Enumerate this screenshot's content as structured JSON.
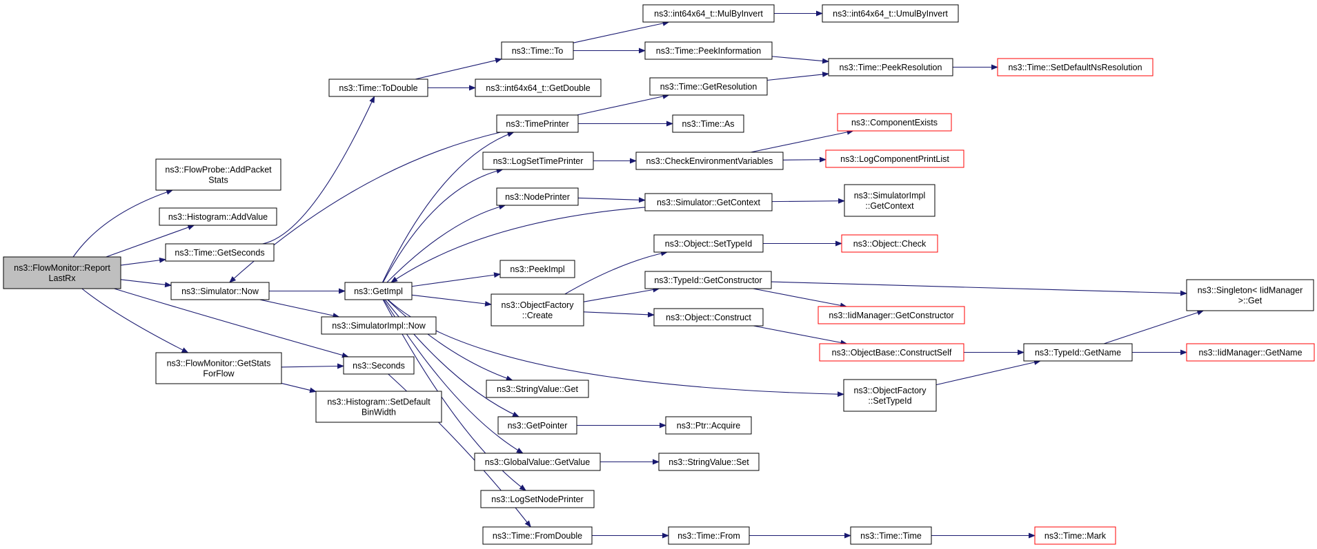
{
  "colors": {
    "edge": "#191970",
    "box_border_normal": "#000000",
    "box_border_truncated": "#ff0000",
    "root_fill": "#bfbfbf",
    "box_fill": "#ffffff"
  },
  "nodes": [
    {
      "id": "flowmonitor-reportlastrx",
      "lines": [
        "ns3::FlowMonitor::Report",
        "LastRx"
      ],
      "style": "root"
    },
    {
      "id": "flowprobe-addpacketstats",
      "lines": [
        "ns3::FlowProbe::AddPacket",
        "Stats"
      ],
      "style": "normal"
    },
    {
      "id": "histogram-addvalue",
      "lines": [
        "ns3::Histogram::AddValue"
      ],
      "style": "normal"
    },
    {
      "id": "time-getseconds",
      "lines": [
        "ns3::Time::GetSeconds"
      ],
      "style": "normal"
    },
    {
      "id": "simulator-now",
      "lines": [
        "ns3::Simulator::Now"
      ],
      "style": "normal"
    },
    {
      "id": "flowmonitor-getstatsforflow",
      "lines": [
        "ns3::FlowMonitor::GetStats",
        "ForFlow"
      ],
      "style": "normal"
    },
    {
      "id": "time-todouble",
      "lines": [
        "ns3::Time::ToDouble"
      ],
      "style": "normal"
    },
    {
      "id": "getimpl",
      "lines": [
        "ns3::GetImpl"
      ],
      "style": "normal"
    },
    {
      "id": "simulatorimpl-now",
      "lines": [
        "ns3::SimulatorImpl::Now"
      ],
      "style": "normal"
    },
    {
      "id": "seconds",
      "lines": [
        "ns3::Seconds"
      ],
      "style": "normal"
    },
    {
      "id": "histogram-setdefaultbinwidth",
      "lines": [
        "ns3::Histogram::SetDefault",
        "BinWidth"
      ],
      "style": "normal"
    },
    {
      "id": "time-to",
      "lines": [
        "ns3::Time::To"
      ],
      "style": "normal"
    },
    {
      "id": "int64x64-getdouble",
      "lines": [
        "ns3::int64x64_t::GetDouble"
      ],
      "style": "normal"
    },
    {
      "id": "timeprinter",
      "lines": [
        "ns3::TimePrinter"
      ],
      "style": "normal"
    },
    {
      "id": "logsettimeprinter",
      "lines": [
        "ns3::LogSetTimePrinter"
      ],
      "style": "normal"
    },
    {
      "id": "nodeprinter",
      "lines": [
        "ns3::NodePrinter"
      ],
      "style": "normal"
    },
    {
      "id": "peekimpl",
      "lines": [
        "ns3::PeekImpl"
      ],
      "style": "normal"
    },
    {
      "id": "objectfactory-create",
      "lines": [
        "ns3::ObjectFactory",
        "::Create"
      ],
      "style": "normal"
    },
    {
      "id": "stringvalue-get",
      "lines": [
        "ns3::StringValue::Get"
      ],
      "style": "normal"
    },
    {
      "id": "getpointer",
      "lines": [
        "ns3::GetPointer"
      ],
      "style": "normal"
    },
    {
      "id": "globalvalue-getvalue",
      "lines": [
        "ns3::GlobalValue::GetValue"
      ],
      "style": "normal"
    },
    {
      "id": "logsetnodeprinter",
      "lines": [
        "ns3::LogSetNodePrinter"
      ],
      "style": "normal"
    },
    {
      "id": "time-fromdouble",
      "lines": [
        "ns3::Time::FromDouble"
      ],
      "style": "normal"
    },
    {
      "id": "int64x64-mulbyinvert",
      "lines": [
        "ns3::int64x64_t::MulByInvert"
      ],
      "style": "normal"
    },
    {
      "id": "time-peekinformation",
      "lines": [
        "ns3::Time::PeekInformation"
      ],
      "style": "normal"
    },
    {
      "id": "time-getresolution",
      "lines": [
        "ns3::Time::GetResolution"
      ],
      "style": "normal"
    },
    {
      "id": "time-as",
      "lines": [
        "ns3::Time::As"
      ],
      "style": "normal"
    },
    {
      "id": "checkenvironmentvariables",
      "lines": [
        "ns3::CheckEnvironmentVariables"
      ],
      "style": "normal"
    },
    {
      "id": "simulator-getcontext",
      "lines": [
        "ns3::Simulator::GetContext"
      ],
      "style": "normal"
    },
    {
      "id": "object-settypeid",
      "lines": [
        "ns3::Object::SetTypeId"
      ],
      "style": "normal"
    },
    {
      "id": "typeid-getconstructor",
      "lines": [
        "ns3::TypeId::GetConstructor"
      ],
      "style": "normal"
    },
    {
      "id": "object-construct",
      "lines": [
        "ns3::Object::Construct"
      ],
      "style": "normal"
    },
    {
      "id": "objectfactory-settypeid",
      "lines": [
        "ns3::ObjectFactory",
        "::SetTypeId"
      ],
      "style": "normal"
    },
    {
      "id": "ptr-acquire",
      "lines": [
        "ns3::Ptr::Acquire"
      ],
      "style": "normal"
    },
    {
      "id": "stringvalue-set",
      "lines": [
        "ns3::StringValue::Set"
      ],
      "style": "normal"
    },
    {
      "id": "time-from",
      "lines": [
        "ns3::Time::From"
      ],
      "style": "normal"
    },
    {
      "id": "int64x64-umulbyinvert",
      "lines": [
        "ns3::int64x64_t::UmulByInvert"
      ],
      "style": "normal"
    },
    {
      "id": "time-peekresolution",
      "lines": [
        "ns3::Time::PeekResolution"
      ],
      "style": "normal"
    },
    {
      "id": "componentexists",
      "lines": [
        "ns3::ComponentExists"
      ],
      "style": "truncated"
    },
    {
      "id": "logcomponentprintlist",
      "lines": [
        "ns3::LogComponentPrintList"
      ],
      "style": "truncated"
    },
    {
      "id": "simulatorimpl-getcontext",
      "lines": [
        "ns3::SimulatorImpl",
        "::GetContext"
      ],
      "style": "normal"
    },
    {
      "id": "object-check",
      "lines": [
        "ns3::Object::Check"
      ],
      "style": "truncated"
    },
    {
      "id": "iidmanager-getconstructor",
      "lines": [
        "ns3::IidManager::GetConstructor"
      ],
      "style": "truncated"
    },
    {
      "id": "objectbase-constructself",
      "lines": [
        "ns3::ObjectBase::ConstructSelf"
      ],
      "style": "truncated"
    },
    {
      "id": "typeid-getname",
      "lines": [
        "ns3::TypeId::GetName"
      ],
      "style": "normal"
    },
    {
      "id": "time-time",
      "lines": [
        "ns3::Time::Time"
      ],
      "style": "normal"
    },
    {
      "id": "time-setdefaultnsresolution",
      "lines": [
        "ns3::Time::SetDefaultNsResolution"
      ],
      "style": "truncated"
    },
    {
      "id": "singleton-iidmanager-get",
      "lines": [
        "ns3::Singleton< IidManager",
        ">::Get"
      ],
      "style": "normal"
    },
    {
      "id": "iidmanager-getname",
      "lines": [
        "ns3::IidManager::GetName"
      ],
      "style": "truncated"
    },
    {
      "id": "time-mark",
      "lines": [
        "ns3::Time::Mark"
      ],
      "style": "truncated"
    }
  ],
  "edges": [
    [
      "flowmonitor-reportlastrx",
      "flowprobe-addpacketstats"
    ],
    [
      "flowmonitor-reportlastrx",
      "histogram-addvalue"
    ],
    [
      "flowmonitor-reportlastrx",
      "time-getseconds"
    ],
    [
      "flowmonitor-reportlastrx",
      "simulator-now"
    ],
    [
      "flowmonitor-reportlastrx",
      "flowmonitor-getstatsforflow"
    ],
    [
      "flowmonitor-reportlastrx",
      "seconds"
    ],
    [
      "time-getseconds",
      "time-todouble"
    ],
    [
      "time-todouble",
      "time-to"
    ],
    [
      "time-todouble",
      "int64x64-getdouble"
    ],
    [
      "time-to",
      "int64x64-mulbyinvert"
    ],
    [
      "time-to",
      "time-peekinformation"
    ],
    [
      "int64x64-mulbyinvert",
      "int64x64-umulbyinvert"
    ],
    [
      "time-peekinformation",
      "time-peekresolution"
    ],
    [
      "time-getresolution",
      "time-peekresolution"
    ],
    [
      "time-peekresolution",
      "time-setdefaultnsresolution"
    ],
    [
      "simulator-now",
      "getimpl"
    ],
    [
      "simulator-now",
      "simulatorimpl-now"
    ],
    [
      "getimpl",
      "timeprinter"
    ],
    [
      "getimpl",
      "logsettimeprinter"
    ],
    [
      "getimpl",
      "nodeprinter"
    ],
    [
      "getimpl",
      "peekimpl"
    ],
    [
      "getimpl",
      "objectfactory-create"
    ],
    [
      "getimpl",
      "stringvalue-get"
    ],
    [
      "getimpl",
      "getpointer"
    ],
    [
      "getimpl",
      "globalvalue-getvalue"
    ],
    [
      "getimpl",
      "logsetnodeprinter"
    ],
    [
      "getimpl",
      "objectfactory-settypeid"
    ],
    [
      "timeprinter",
      "simulator-now"
    ],
    [
      "timeprinter",
      "time-getresolution"
    ],
    [
      "timeprinter",
      "time-as"
    ],
    [
      "logsettimeprinter",
      "checkenvironmentvariables"
    ],
    [
      "checkenvironmentvariables",
      "componentexists"
    ],
    [
      "checkenvironmentvariables",
      "logcomponentprintlist"
    ],
    [
      "nodeprinter",
      "simulator-getcontext"
    ],
    [
      "simulator-getcontext",
      "getimpl"
    ],
    [
      "simulator-getcontext",
      "simulatorimpl-getcontext"
    ],
    [
      "objectfactory-create",
      "object-settypeid"
    ],
    [
      "objectfactory-create",
      "typeid-getconstructor"
    ],
    [
      "objectfactory-create",
      "object-construct"
    ],
    [
      "object-settypeid",
      "object-check"
    ],
    [
      "typeid-getconstructor",
      "iidmanager-getconstructor"
    ],
    [
      "typeid-getconstructor",
      "singleton-iidmanager-get"
    ],
    [
      "object-construct",
      "objectbase-constructself"
    ],
    [
      "objectbase-constructself",
      "typeid-getname"
    ],
    [
      "objectfactory-settypeid",
      "typeid-getname"
    ],
    [
      "typeid-getname",
      "singleton-iidmanager-get"
    ],
    [
      "typeid-getname",
      "iidmanager-getname"
    ],
    [
      "getpointer",
      "ptr-acquire"
    ],
    [
      "globalvalue-getvalue",
      "stringvalue-set"
    ],
    [
      "flowmonitor-getstatsforflow",
      "seconds"
    ],
    [
      "flowmonitor-getstatsforflow",
      "histogram-setdefaultbinwidth"
    ],
    [
      "seconds",
      "time-fromdouble"
    ],
    [
      "time-fromdouble",
      "time-from"
    ],
    [
      "time-from",
      "time-time"
    ],
    [
      "time-time",
      "time-mark"
    ]
  ]
}
